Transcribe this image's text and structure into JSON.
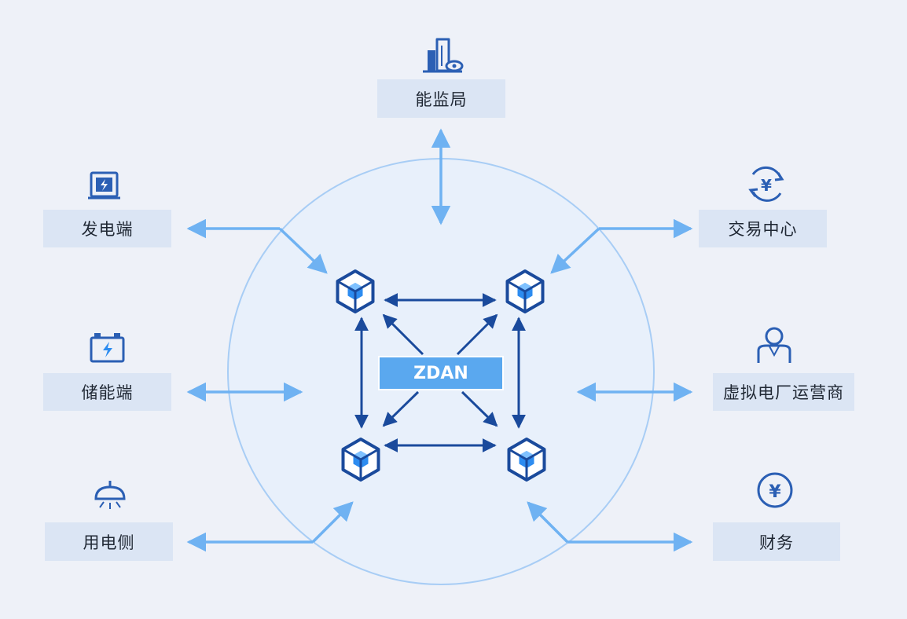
{
  "center": {
    "label": "ZDAN"
  },
  "nodes": {
    "regulator": {
      "label": "能监局",
      "icon": "building-eye-icon"
    },
    "generation": {
      "label": "发电端",
      "icon": "power-meter-icon"
    },
    "trading": {
      "label": "交易中心",
      "icon": "yuan-exchange-icon"
    },
    "storage": {
      "label": "储能端",
      "icon": "battery-icon"
    },
    "vpp_operator": {
      "label": "虚拟电厂运营商",
      "icon": "user-icon"
    },
    "consumption": {
      "label": "用电侧",
      "icon": "ceiling-lamp-icon"
    },
    "finance": {
      "label": "财务",
      "icon": "yuan-coin-icon"
    }
  },
  "colors": {
    "background": "#eef1f8",
    "box": "#dbe5f4",
    "icon": "#2b5fb4",
    "light_arrow": "#6fb2f2",
    "dark_arrow": "#1a4a9c",
    "center": "#5aa8ef"
  }
}
